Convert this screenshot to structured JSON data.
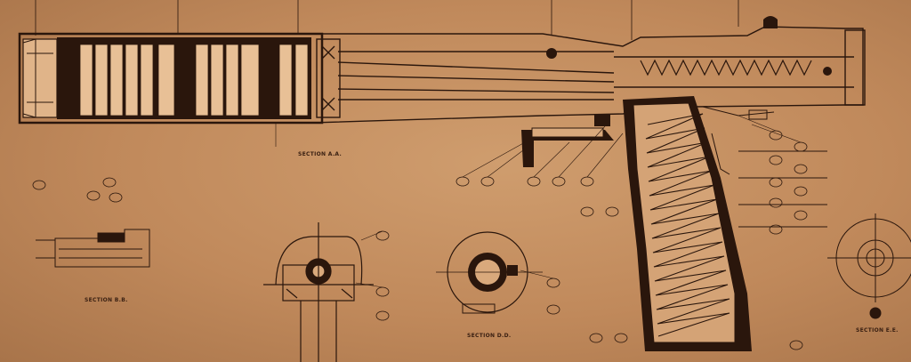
{
  "drawing": {
    "section_labels": {
      "aa": "SECTION A.A.",
      "bb": "SECTION B.B.",
      "dd": "SECTION D.D.",
      "ee": "SECTION E.E."
    }
  }
}
